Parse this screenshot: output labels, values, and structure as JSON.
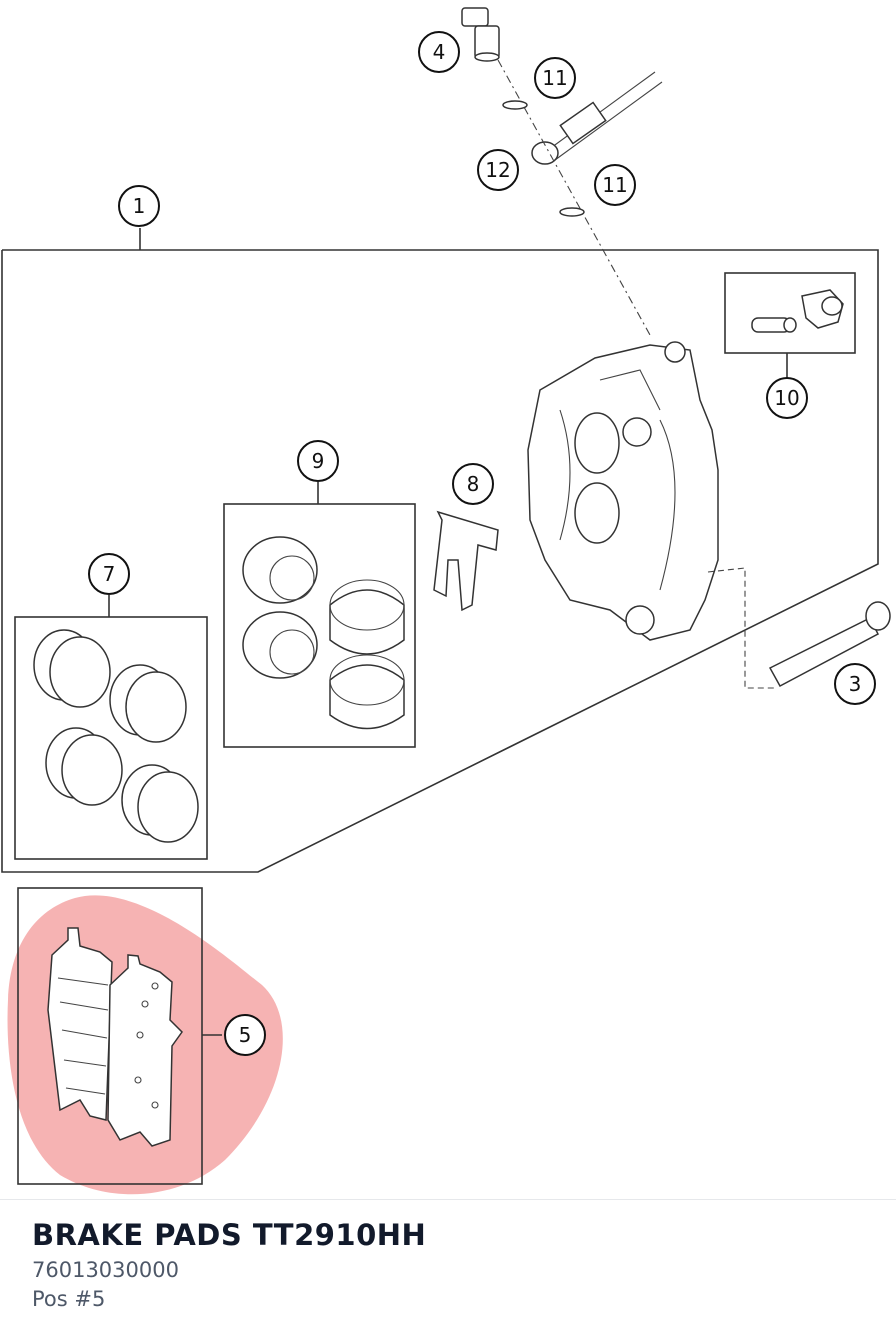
{
  "callouts": {
    "c1": "1",
    "c3": "3",
    "c4": "4",
    "c5": "5",
    "c7": "7",
    "c8": "8",
    "c9": "9",
    "c10": "10",
    "c11a": "11",
    "c11b": "11",
    "c12": "12"
  },
  "highlight": {
    "position": "5",
    "color": "#f08080"
  },
  "part": {
    "name": "BRAKE PADS TT2910HH",
    "number": "76013030000",
    "position": "Pos #5"
  }
}
